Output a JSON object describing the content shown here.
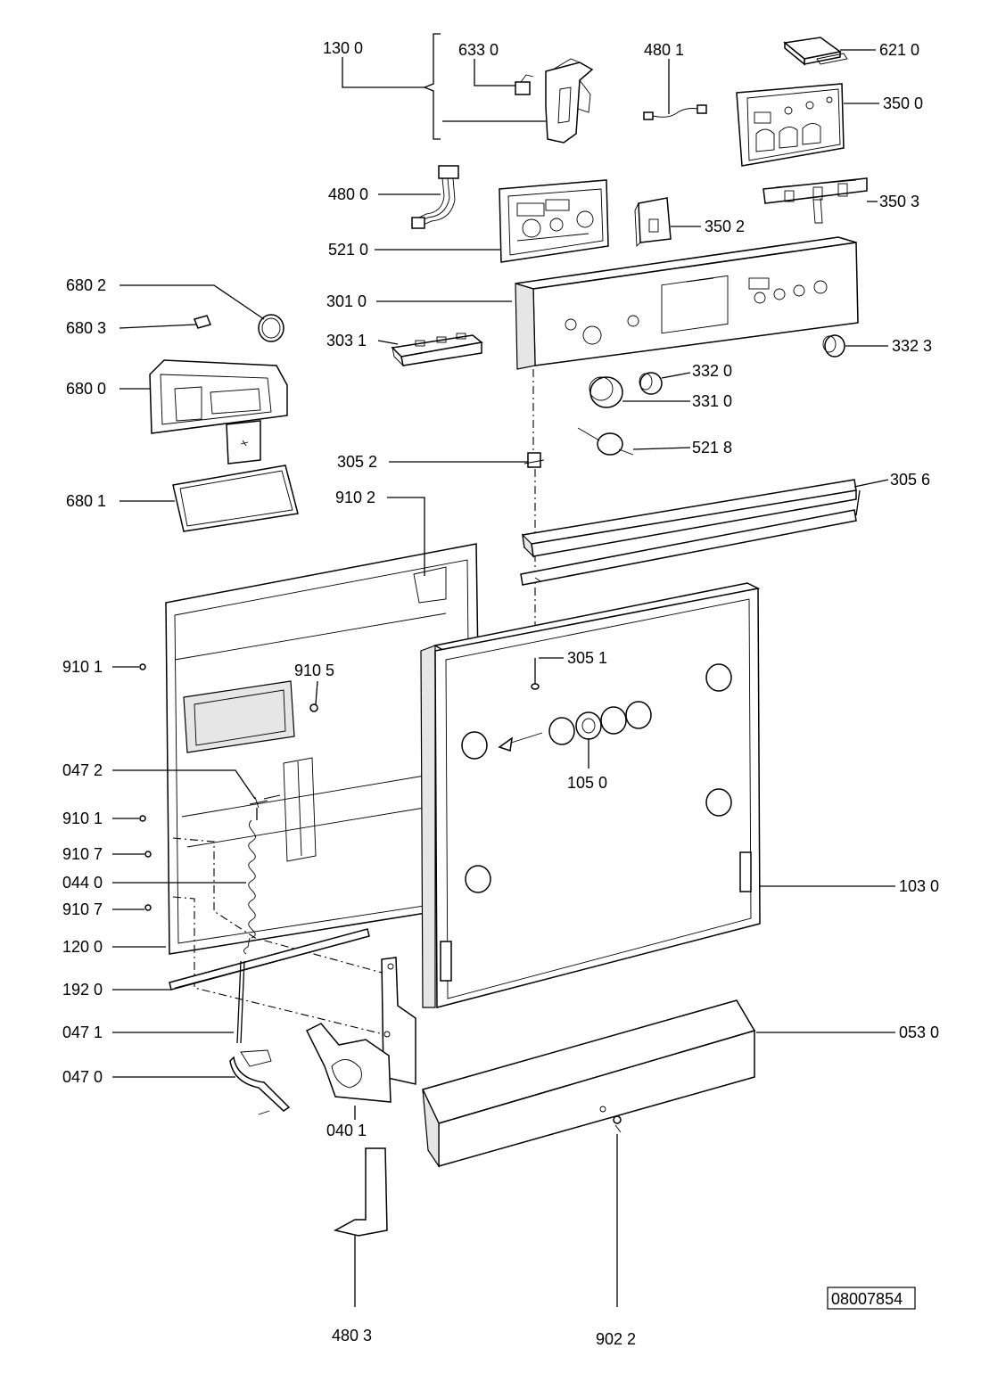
{
  "document_id": "08007854",
  "callouts": [
    {
      "id": "c1300",
      "label": "130 0"
    },
    {
      "id": "c6330",
      "label": "633 0"
    },
    {
      "id": "c4801",
      "label": "480 1"
    },
    {
      "id": "c6210",
      "label": "621 0"
    },
    {
      "id": "c3500",
      "label": "350 0"
    },
    {
      "id": "c4800",
      "label": "480 0"
    },
    {
      "id": "c3503",
      "label": "350 3"
    },
    {
      "id": "c3502",
      "label": "350 2"
    },
    {
      "id": "c5210",
      "label": "521 0"
    },
    {
      "id": "c6802",
      "label": "680 2"
    },
    {
      "id": "c3010",
      "label": "301 0"
    },
    {
      "id": "c6803",
      "label": "680 3"
    },
    {
      "id": "c3031",
      "label": "303 1"
    },
    {
      "id": "c3323",
      "label": "332 3"
    },
    {
      "id": "c6800",
      "label": "680 0"
    },
    {
      "id": "c3320",
      "label": "332 0"
    },
    {
      "id": "c3310",
      "label": "331 0"
    },
    {
      "id": "c5218",
      "label": "521 8"
    },
    {
      "id": "c3052",
      "label": "305 2"
    },
    {
      "id": "c6801",
      "label": "680 1"
    },
    {
      "id": "c3056",
      "label": "305 6"
    },
    {
      "id": "c9102",
      "label": "910 2"
    },
    {
      "id": "c3051",
      "label": "305 1"
    },
    {
      "id": "c9101a",
      "label": "910 1"
    },
    {
      "id": "c9105",
      "label": "910 5"
    },
    {
      "id": "c0472",
      "label": "047 2"
    },
    {
      "id": "c1050",
      "label": "105 0"
    },
    {
      "id": "c9101b",
      "label": "910 1"
    },
    {
      "id": "c9107a",
      "label": "910 7"
    },
    {
      "id": "c0440",
      "label": "044 0"
    },
    {
      "id": "c1030",
      "label": "103 0"
    },
    {
      "id": "c9107b",
      "label": "910 7"
    },
    {
      "id": "c1200",
      "label": "120 0"
    },
    {
      "id": "c1920",
      "label": "192 0"
    },
    {
      "id": "c0471",
      "label": "047 1"
    },
    {
      "id": "c0530",
      "label": "053 0"
    },
    {
      "id": "c0470",
      "label": "047 0"
    },
    {
      "id": "c0401",
      "label": "040 1"
    },
    {
      "id": "c4803",
      "label": "480 3"
    },
    {
      "id": "c9022",
      "label": "902 2"
    }
  ]
}
